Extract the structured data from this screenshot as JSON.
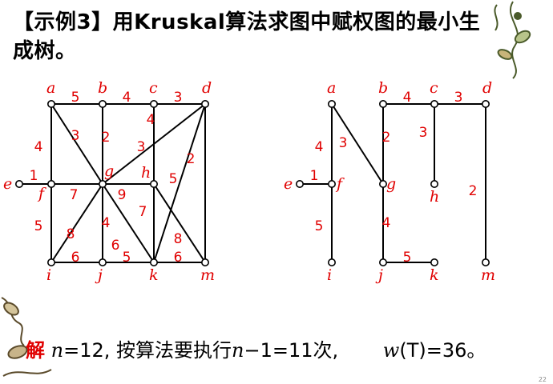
{
  "title": "【示例3】用Kruskal算法求图中赋权图的最小生成树。",
  "footer": {
    "jie": "解",
    "n_var": "n",
    "text1": "=12, 按算法要执行",
    "n_var2": "n",
    "text2": "−1=11次,",
    "w_var": "w",
    "text3": "(T)=36。"
  },
  "page_number": "22",
  "colors": {
    "label": "#e00000",
    "edge": "#000000",
    "node": "#ffffff"
  },
  "graphs": [
    {
      "name": "original-graph",
      "vertices": [
        {
          "id": "a",
          "label": "a"
        },
        {
          "id": "b",
          "label": "b"
        },
        {
          "id": "c",
          "label": "c"
        },
        {
          "id": "d",
          "label": "d"
        },
        {
          "id": "e",
          "label": "e"
        },
        {
          "id": "f",
          "label": "f"
        },
        {
          "id": "g",
          "label": "g"
        },
        {
          "id": "h",
          "label": "h"
        },
        {
          "id": "i",
          "label": "i"
        },
        {
          "id": "j",
          "label": "j"
        },
        {
          "id": "k",
          "label": "k"
        },
        {
          "id": "m",
          "label": "m"
        }
      ],
      "edges": [
        {
          "from": "a",
          "to": "b",
          "w": "5"
        },
        {
          "from": "b",
          "to": "c",
          "w": "4"
        },
        {
          "from": "c",
          "to": "d",
          "w": "3"
        },
        {
          "from": "a",
          "to": "f",
          "w": "4"
        },
        {
          "from": "a",
          "to": "g",
          "w": "3"
        },
        {
          "from": "b",
          "to": "g",
          "w": "2"
        },
        {
          "from": "c",
          "to": "h",
          "w": "3"
        },
        {
          "from": "d",
          "to": "g",
          "w": "4"
        },
        {
          "from": "e",
          "to": "f",
          "w": "1"
        },
        {
          "from": "f",
          "to": "g",
          "w": "7"
        },
        {
          "from": "g",
          "to": "h",
          "w": "9"
        },
        {
          "from": "d",
          "to": "k",
          "w": "5"
        },
        {
          "from": "d",
          "to": "m",
          "w": "2"
        },
        {
          "from": "f",
          "to": "i",
          "w": "5"
        },
        {
          "from": "g",
          "to": "i",
          "w": "8"
        },
        {
          "from": "g",
          "to": "j",
          "w": "4"
        },
        {
          "from": "g",
          "to": "k",
          "w": "6"
        },
        {
          "from": "h",
          "to": "k",
          "w": "7"
        },
        {
          "from": "h",
          "to": "m",
          "w": "8"
        },
        {
          "from": "i",
          "to": "j",
          "w": "6"
        },
        {
          "from": "j",
          "to": "k",
          "w": "5"
        },
        {
          "from": "k",
          "to": "m",
          "w": "6"
        }
      ]
    },
    {
      "name": "spanning-tree",
      "vertices": [
        {
          "id": "a",
          "label": "a"
        },
        {
          "id": "b",
          "label": "b"
        },
        {
          "id": "c",
          "label": "c"
        },
        {
          "id": "d",
          "label": "d"
        },
        {
          "id": "e",
          "label": "e"
        },
        {
          "id": "f",
          "label": "f"
        },
        {
          "id": "g",
          "label": "g"
        },
        {
          "id": "h",
          "label": "h"
        },
        {
          "id": "i",
          "label": "i"
        },
        {
          "id": "j",
          "label": "j"
        },
        {
          "id": "k",
          "label": "k"
        },
        {
          "id": "m",
          "label": "m"
        }
      ],
      "edges": [
        {
          "from": "a",
          "to": "f",
          "w": "4"
        },
        {
          "from": "a",
          "to": "g",
          "w": "3"
        },
        {
          "from": "b",
          "to": "c",
          "w": "4"
        },
        {
          "from": "c",
          "to": "d",
          "w": "3"
        },
        {
          "from": "b",
          "to": "g",
          "w": "2"
        },
        {
          "from": "c",
          "to": "h",
          "w": "3"
        },
        {
          "from": "e",
          "to": "f",
          "w": "1"
        },
        {
          "from": "f",
          "to": "i",
          "w": "5"
        },
        {
          "from": "g",
          "to": "j",
          "w": "4"
        },
        {
          "from": "j",
          "to": "k",
          "w": "5"
        },
        {
          "from": "d",
          "to": "m",
          "w": "2"
        }
      ]
    }
  ]
}
